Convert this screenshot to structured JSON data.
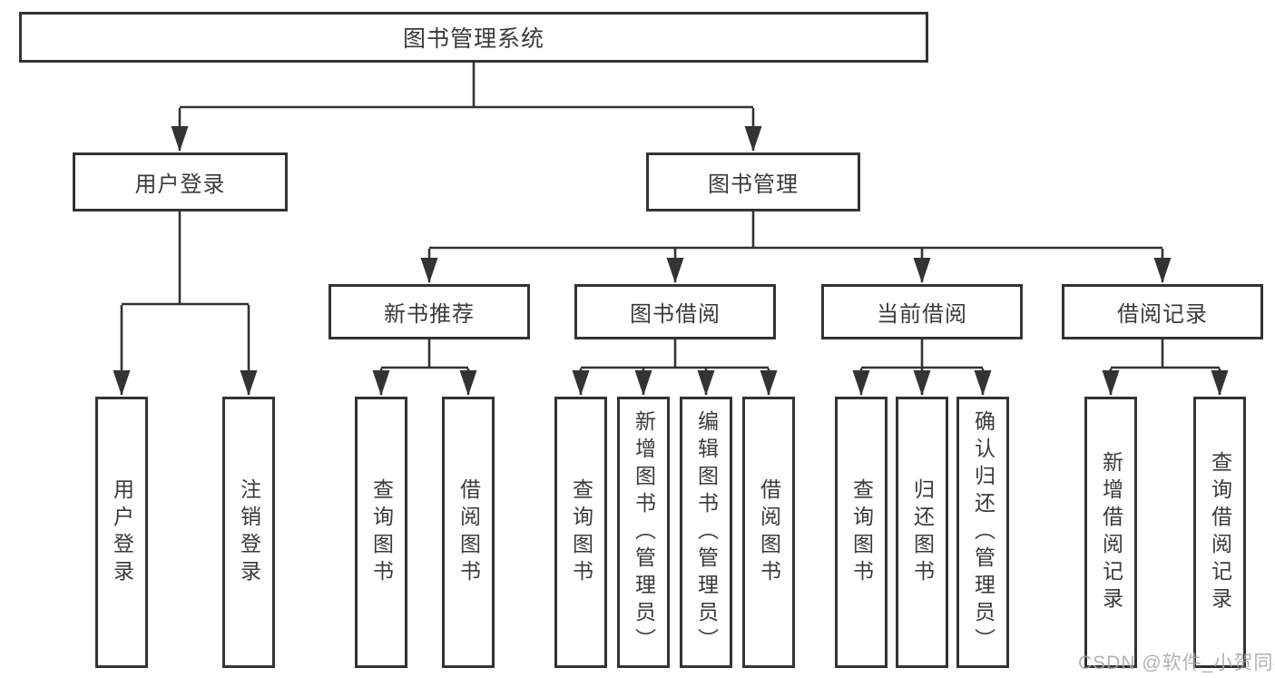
{
  "diagram": {
    "title": "图书管理系统",
    "watermark": "CSDN @软件_小贺同学",
    "level2": [
      {
        "label": "用户登录"
      },
      {
        "label": "图书管理"
      }
    ],
    "level3": [
      {
        "label": "新书推荐"
      },
      {
        "label": "图书借阅"
      },
      {
        "label": "当前借阅"
      },
      {
        "label": "借阅记录"
      }
    ],
    "leaves": {
      "user_login": [
        "用户登录",
        "注销登录"
      ],
      "new_books": [
        "查询图书",
        "借阅图书"
      ],
      "book_borrow": [
        "查询图书",
        "新增图书（管理员）",
        "编辑图书（管理员）",
        "借阅图书"
      ],
      "current_borrow": [
        "查询图书",
        "归还图书",
        "确认归还（管理员）"
      ],
      "borrow_records": [
        "新增借阅记录",
        "查询借阅记录"
      ]
    },
    "colors": {
      "line": "#333333",
      "box_fill": "#ffffff",
      "text": "#3a3a3a",
      "watermark": "#a4a4a4"
    }
  }
}
